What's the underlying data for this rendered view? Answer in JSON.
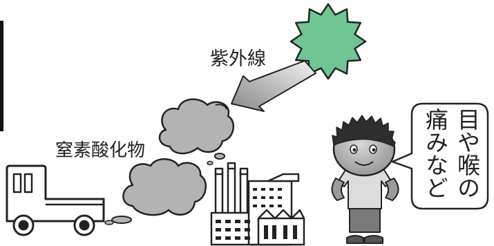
{
  "labels": {
    "uv": "紫外線",
    "nitrogen_oxides": "窒素酸化物",
    "symptoms_line1": "目や喉の",
    "symptoms_line2": "痛みなど"
  },
  "colors": {
    "sun_fill": "#6fc593",
    "smog_fill": "#b3b3b3",
    "arrow_fill": "#9a9a9a",
    "outline": "#222222"
  }
}
